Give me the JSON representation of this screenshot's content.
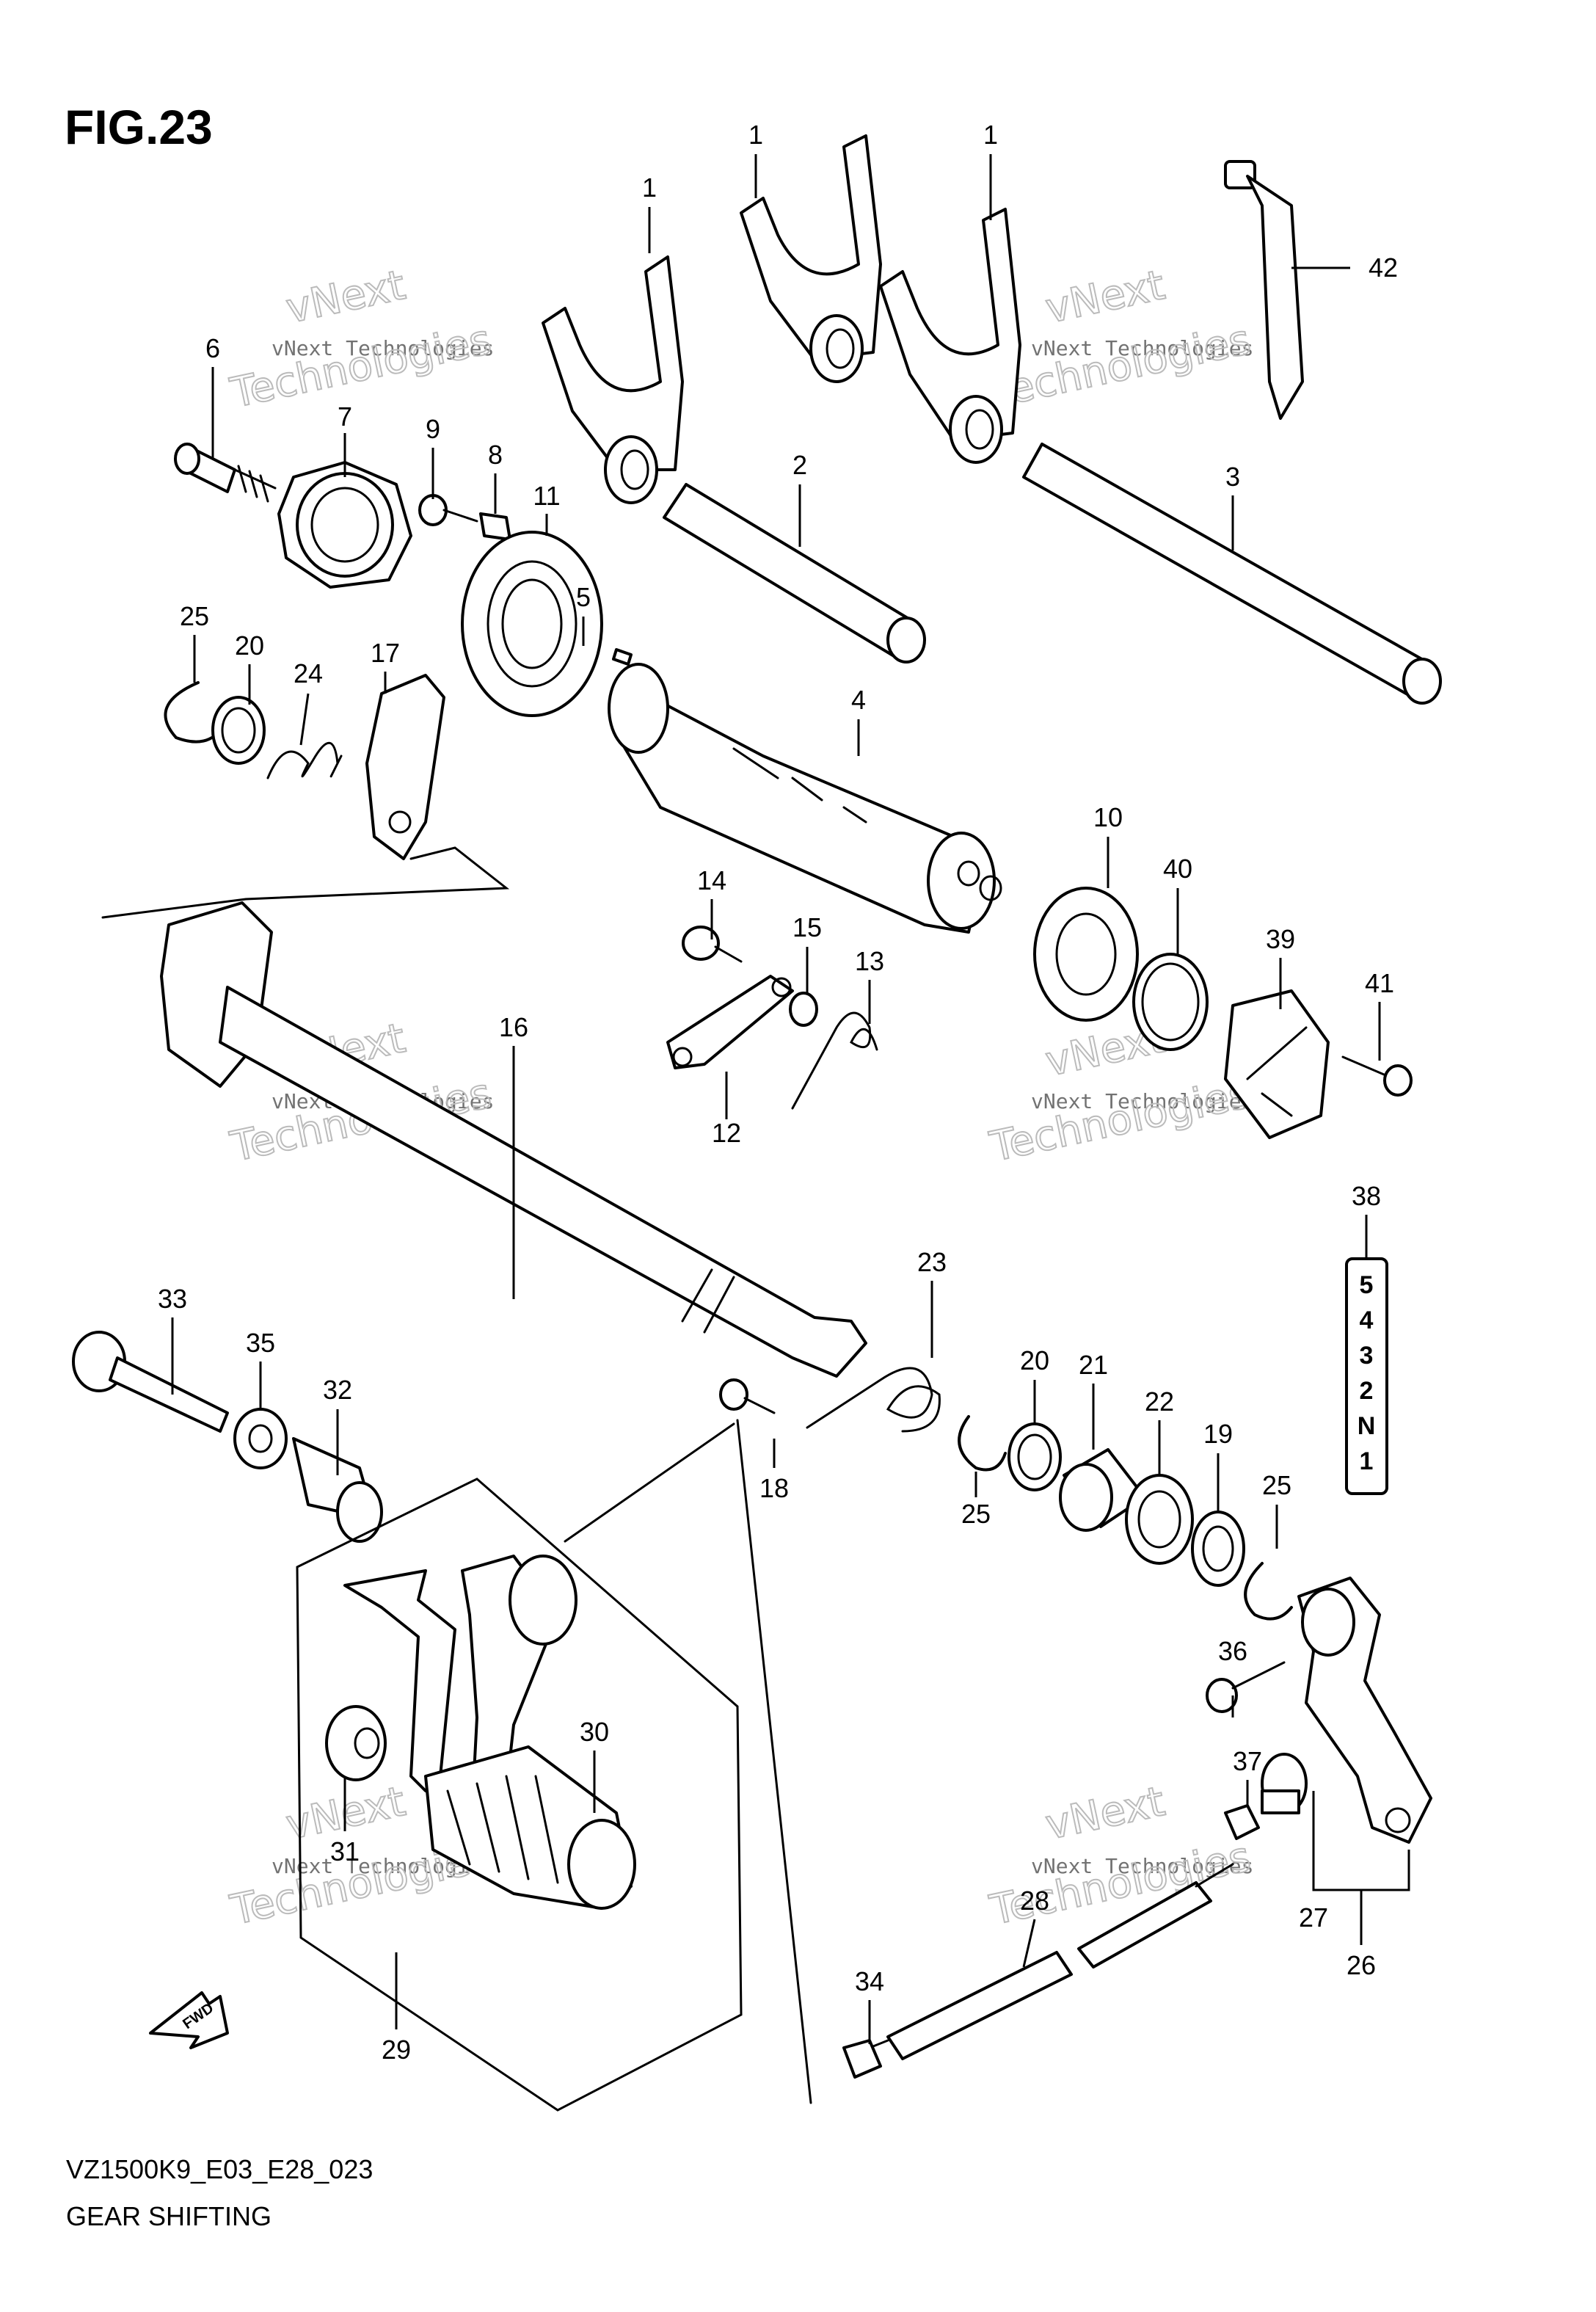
{
  "figure": {
    "title": "FIG.23",
    "model_code": "VZ1500K9_E03_E28_023",
    "caption": "GEAR SHIFTING"
  },
  "watermark": {
    "line1": "vNext Technologies",
    "line2": "vNext",
    "line3": "Technologies"
  },
  "callouts": [
    "1",
    "1",
    "1",
    "2",
    "3",
    "4",
    "5",
    "6",
    "7",
    "8",
    "9",
    "10",
    "11",
    "12",
    "13",
    "14",
    "15",
    "16",
    "17",
    "18",
    "19",
    "20",
    "20",
    "21",
    "22",
    "23",
    "24",
    "25",
    "25",
    "25",
    "26",
    "27",
    "28",
    "29",
    "30",
    "31",
    "32",
    "33",
    "34",
    "35",
    "36",
    "37",
    "38",
    "39",
    "40",
    "41",
    "42"
  ],
  "gear_indicator": [
    "5",
    "4",
    "3",
    "2",
    "N",
    "1"
  ],
  "fwd_label": "FWD"
}
